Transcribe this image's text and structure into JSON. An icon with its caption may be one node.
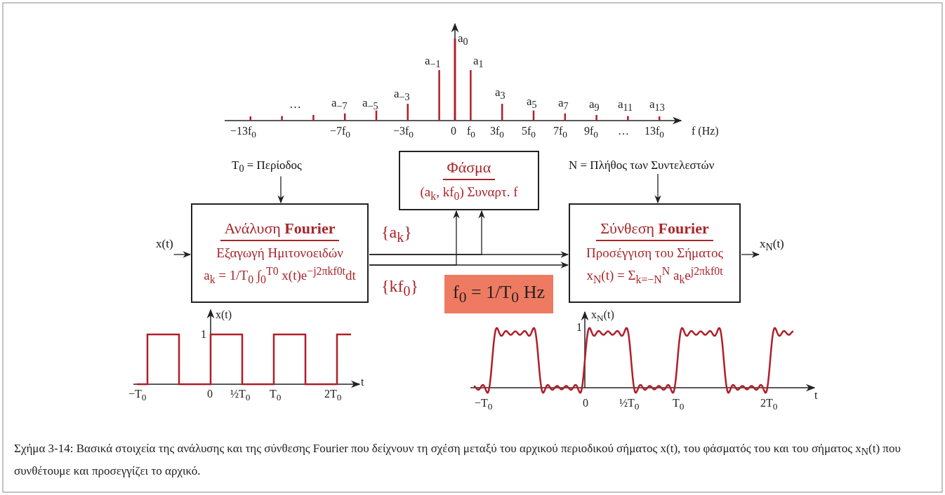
{
  "diagram": {
    "caption": "Σχήμα 3-14: Βασικά στοιχεία της ανάλυσης και της σύνθεσης Fourier που δείχνουν τη σχέση μεταξύ του αρχικού περιοδικού σήματος x(t), του φάσματός του και του σήματος x$_{N}$(t) που συνθέτουμε και προσεγγίζει το αρχικό.",
    "nodes": [
      {
        "text": [
          "Ανάλυση **Fourier**",
          "Εξαγωγή Ημιτονοειδών",
          "a$_{k}$ = 1/T$_{0}$ ∫$_{0}$$^{T0}$ x(t)e$^{−j2πkf0t}$dt"
        ]
      },
      {
        "text": [
          "Φάσμα",
          "(a$_{k}$, kf$_{0}$) Συναρτ. f"
        ]
      },
      {
        "text": [
          "Σύνθεση **Fourier**",
          "Προσέγγιση του Σήματος",
          "x$_{N}$(t) = Σ$_{k=−N}$$^{N}$ a$_{k}$e$^{j2πkf0t}$"
        ]
      },
      {
        "text": [
          "f$_{0}$ = 1/T$_{0}$ Hz"
        ]
      },
      {
        "text": [
          "T$_{0}$ = Περίοδος"
        ]
      },
      {
        "text": [
          "N = Πλήθος των Συντελεστών"
        ]
      },
      {
        "text": [
          "x(t)"
        ]
      },
      {
        "text": [
          "x$_{N}$(t)"
        ]
      }
    ],
    "edges": [
      {
        "from": 4,
        "to": 0,
        "arrow": "to"
      },
      {
        "from": 5,
        "to": 2,
        "arrow": "to"
      },
      {
        "from": 6,
        "to": 0,
        "arrow": "to"
      },
      {
        "from": 0,
        "to": 2,
        "arrow": "to",
        "label": "{a$_{k}$}"
      },
      {
        "from": 0,
        "to": 1,
        "arrow": "to"
      },
      {
        "from": 0,
        "to": 2,
        "arrow": "to",
        "label": "{kf$_{0}$}"
      },
      {
        "from": 0,
        "to": 1,
        "arrow": "to"
      },
      {
        "from": 2,
        "to": 7,
        "arrow": "to"
      }
    ],
    "labels": [
      "a$_{0}$",
      "a$_{−1}$",
      "a$_{1}$",
      "…",
      "a$_{−7}$",
      "a$_{−5}$",
      "a$_{−3}$",
      "a$_{3}$",
      "a$_{5}$",
      "a$_{7}$",
      "a$_{9}$",
      "a$_{11}$",
      "a$_{13}$",
      "−13f$_{0}$",
      "−7f$_{0}$",
      "−3f$_{0}$",
      "0",
      "f$_{0}$",
      "3f$_{0}$",
      "5f$_{0}$",
      "7f$_{0}$",
      "9f$_{0}$",
      "…",
      "13f$_{0}$",
      "f (Hz)",
      "x(t)",
      "1",
      "−T$_{0}$",
      "0",
      "½T$_{0}$",
      "T$_{0}$",
      "2T$_{0}$",
      "t",
      "x$_{N}$(t)",
      "1",
      "−T$_{0}$",
      "0",
      "½T$_{0}$",
      "T$_{0}$",
      "2T$_{0}$",
      "t"
    ]
  }
}
